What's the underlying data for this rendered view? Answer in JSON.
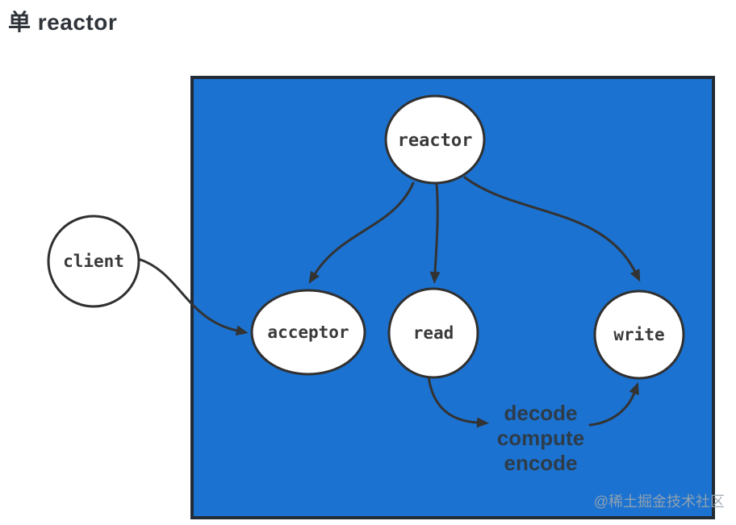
{
  "page": {
    "title": "单 reactor",
    "watermark": "@稀土掘金技术社区"
  },
  "colors": {
    "box_fill": "#1b72d0",
    "box_border": "#232b35",
    "node_fill": "#ffffff",
    "node_stroke": "#303030",
    "arrow": "#333333",
    "node_text": "#3a3a3a",
    "process_text": "#2e3c4a",
    "title_text": "#2f343a",
    "watermark_text": "#9aa6b0"
  },
  "diagram": {
    "nodes": {
      "reactor": {
        "label": "reactor"
      },
      "client": {
        "label": "client"
      },
      "acceptor": {
        "label": "acceptor"
      },
      "read": {
        "label": "read"
      },
      "write": {
        "label": "write"
      }
    },
    "process": {
      "steps": [
        "decode",
        "compute",
        "encode"
      ]
    },
    "edges": [
      {
        "from": "client",
        "to": "acceptor"
      },
      {
        "from": "reactor",
        "to": "acceptor"
      },
      {
        "from": "reactor",
        "to": "read"
      },
      {
        "from": "reactor",
        "to": "write"
      },
      {
        "from": "read",
        "to": "process"
      },
      {
        "from": "process",
        "to": "write"
      }
    ]
  }
}
